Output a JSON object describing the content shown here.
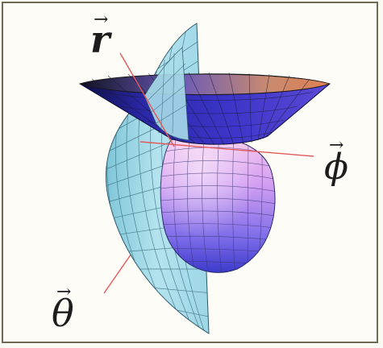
{
  "labels": {
    "r": "r",
    "phi": "ϕ",
    "theta": "θ"
  },
  "vector_arrow": "→",
  "colors": {
    "frame": "#6f6b52",
    "background": "#fdfcf7",
    "half_plane": "#a9ddea",
    "cone_inner": "#3c35c8",
    "sphere_top": "#f3b6e7",
    "sphere_bottom": "#3c3acb",
    "axis_line": "#e4585a"
  }
}
